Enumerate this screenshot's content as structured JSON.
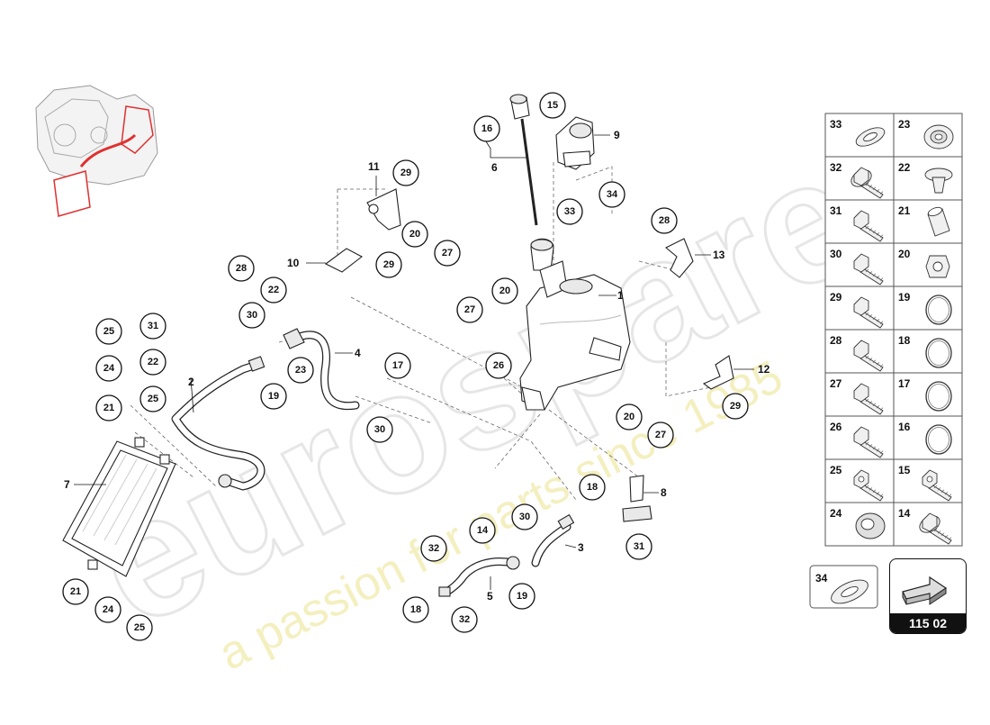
{
  "diagram": {
    "page_reference": "115 02",
    "watermark": {
      "brand": "eurospares",
      "tagline": "a passion for parts since 1985"
    },
    "callouts": [
      {
        "id": "c16",
        "num": "16"
      },
      {
        "id": "c15",
        "num": "15"
      },
      {
        "id": "c29a",
        "num": "29"
      },
      {
        "id": "c20a",
        "num": "20"
      },
      {
        "id": "c27a",
        "num": "27"
      },
      {
        "id": "c29b",
        "num": "29"
      },
      {
        "id": "c33",
        "num": "33"
      },
      {
        "id": "c34",
        "num": "34"
      },
      {
        "id": "c28a",
        "num": "28"
      },
      {
        "id": "c28b",
        "num": "28"
      },
      {
        "id": "c22a",
        "num": "22"
      },
      {
        "id": "c30a",
        "num": "30"
      },
      {
        "id": "c20b",
        "num": "20"
      },
      {
        "id": "c27b",
        "num": "27"
      },
      {
        "id": "c25a",
        "num": "25"
      },
      {
        "id": "c31a",
        "num": "31"
      },
      {
        "id": "c24a",
        "num": "24"
      },
      {
        "id": "c22b",
        "num": "22"
      },
      {
        "id": "c21a",
        "num": "21"
      },
      {
        "id": "c25b",
        "num": "25"
      },
      {
        "id": "c23",
        "num": "23"
      },
      {
        "id": "c19a",
        "num": "19"
      },
      {
        "id": "c17",
        "num": "17"
      },
      {
        "id": "c26",
        "num": "26"
      },
      {
        "id": "c30b",
        "num": "30"
      },
      {
        "id": "c20c",
        "num": "20"
      },
      {
        "id": "c27c",
        "num": "27"
      },
      {
        "id": "c29c",
        "num": "29"
      },
      {
        "id": "c18a",
        "num": "18"
      },
      {
        "id": "c31b",
        "num": "31"
      },
      {
        "id": "c30c",
        "num": "30"
      },
      {
        "id": "c14",
        "num": "14"
      },
      {
        "id": "c32a",
        "num": "32"
      },
      {
        "id": "c19b",
        "num": "19"
      },
      {
        "id": "c18b",
        "num": "18"
      },
      {
        "id": "c32b",
        "num": "32"
      },
      {
        "id": "c21b",
        "num": "21"
      },
      {
        "id": "c24b",
        "num": "24"
      },
      {
        "id": "c25c",
        "num": "25"
      }
    ],
    "labels": [
      {
        "id": "l1",
        "num": "1"
      },
      {
        "id": "l2",
        "num": "2"
      },
      {
        "id": "l3",
        "num": "3"
      },
      {
        "id": "l4",
        "num": "4"
      },
      {
        "id": "l5",
        "num": "5"
      },
      {
        "id": "l6",
        "num": "6"
      },
      {
        "id": "l7",
        "num": "7"
      },
      {
        "id": "l8",
        "num": "8"
      },
      {
        "id": "l9",
        "num": "9"
      },
      {
        "id": "l10",
        "num": "10"
      },
      {
        "id": "l11",
        "num": "11"
      },
      {
        "id": "l12",
        "num": "12"
      },
      {
        "id": "l13",
        "num": "13"
      }
    ],
    "legend_grid": [
      {
        "num": "33",
        "icon": "flat-washer-icon"
      },
      {
        "num": "23",
        "icon": "grommet-icon"
      },
      {
        "num": "32",
        "icon": "flange-bolt-icon"
      },
      {
        "num": "22",
        "icon": "plug-icon"
      },
      {
        "num": "31",
        "icon": "hex-bolt-icon"
      },
      {
        "num": "21",
        "icon": "spacer-sleeve-icon"
      },
      {
        "num": "30",
        "icon": "hex-bolt-icon"
      },
      {
        "num": "20",
        "icon": "clip-nut-icon"
      },
      {
        "num": "29",
        "icon": "hex-bolt-icon"
      },
      {
        "num": "19",
        "icon": "o-ring-icon"
      },
      {
        "num": "28",
        "icon": "hex-bolt-icon"
      },
      {
        "num": "18",
        "icon": "o-ring-icon"
      },
      {
        "num": "27",
        "icon": "hex-bolt-icon"
      },
      {
        "num": "17",
        "icon": "o-ring-icon"
      },
      {
        "num": "26",
        "icon": "hex-bolt-icon"
      },
      {
        "num": "16",
        "icon": "o-ring-icon"
      },
      {
        "num": "25",
        "icon": "torx-bolt-icon"
      },
      {
        "num": "15",
        "icon": "torx-bolt-icon"
      },
      {
        "num": "24",
        "icon": "rubber-mount-icon"
      },
      {
        "num": "14",
        "icon": "hex-flange-bolt-icon"
      }
    ],
    "extra_legend": {
      "num": "34",
      "icon": "flat-washer-icon"
    }
  }
}
